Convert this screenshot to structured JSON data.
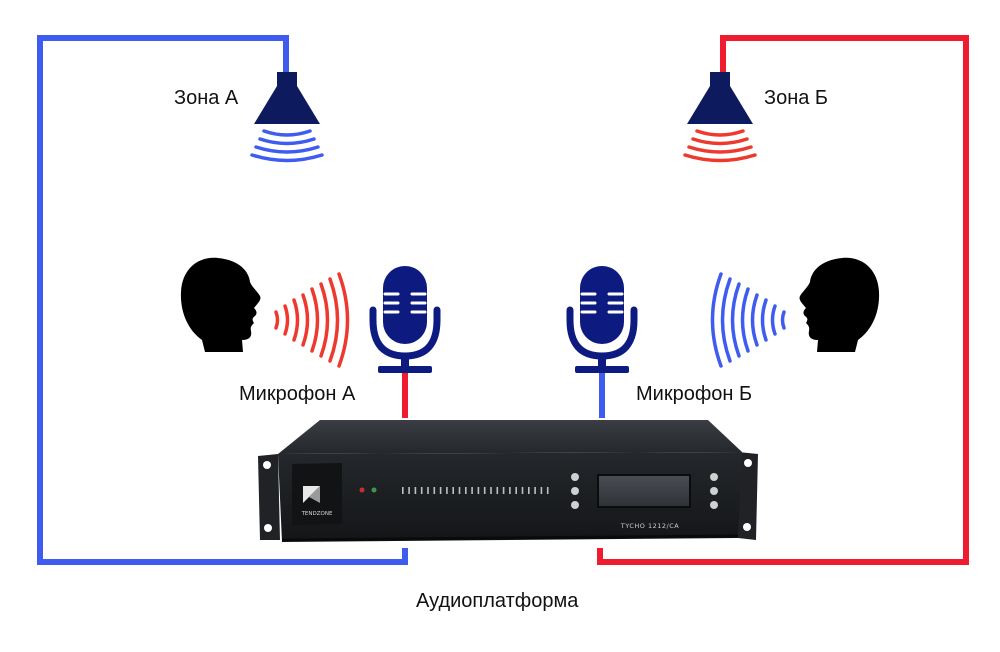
{
  "labels": {
    "zone_a": "Зона А",
    "zone_b": "Зона Б",
    "mic_a": "Микрофон А",
    "mic_b": "Микрофон Б",
    "platform": "Аудиоплатформа"
  },
  "device": {
    "brand": "TENDZONE",
    "model": "TYCHO 1212/CA"
  },
  "colors": {
    "zone_a_line": "#3f5cf0",
    "zone_b_line": "#ee1c2e",
    "speaker": "#0d1b5e",
    "microphone": "#0d1b80",
    "head": "#000000",
    "device_body": "#1b1d20"
  },
  "icons": {
    "speaker": "speaker-icon",
    "microphone": "microphone-icon",
    "person": "person-head-icon",
    "sound_waves": "sound-waves-icon",
    "audio_platform": "audio-rack-device-icon"
  }
}
